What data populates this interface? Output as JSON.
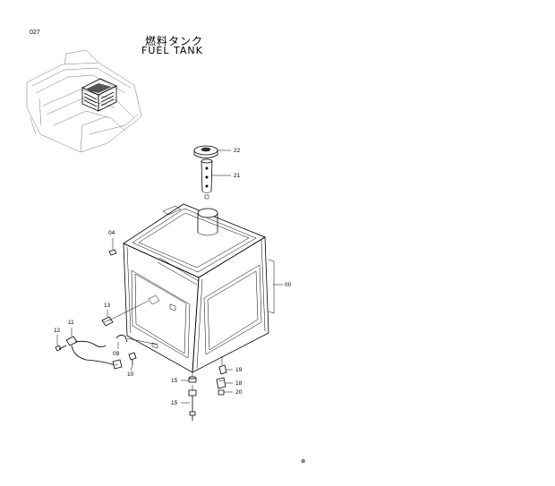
{
  "header": {
    "page_number": "027",
    "title_jp": "燃料タンク",
    "title_en": "FUEL  TANK"
  },
  "callouts": {
    "c22": "22",
    "c21": "21",
    "c04": "04",
    "c00": "00",
    "c13": "13",
    "c11": "11",
    "c12": "12",
    "c09": "09",
    "c10": "10",
    "c19": "19",
    "c18": "18",
    "c20": "20",
    "c15a": "15",
    "c15b": "15"
  },
  "footer": {
    "mark": "⊕"
  }
}
